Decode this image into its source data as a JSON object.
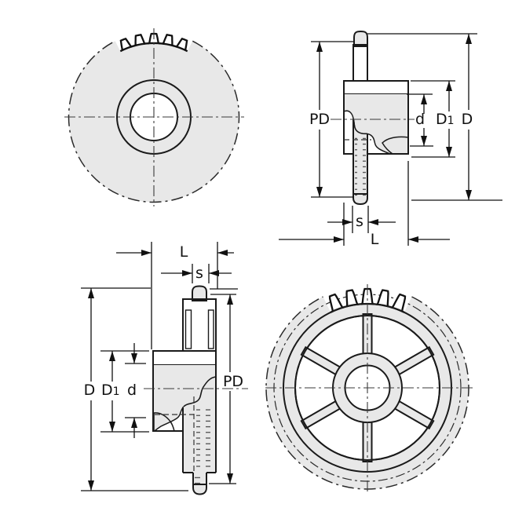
{
  "drawing": {
    "labels": {
      "pd": "PD",
      "d_outer": "D",
      "d_hub_main": "D",
      "d_hub_sub": "1",
      "d_bore": "d",
      "s": "s",
      "l": "L"
    },
    "colors": {
      "part_fill": "#e8e8e8",
      "line": "#1a1a1a"
    }
  }
}
